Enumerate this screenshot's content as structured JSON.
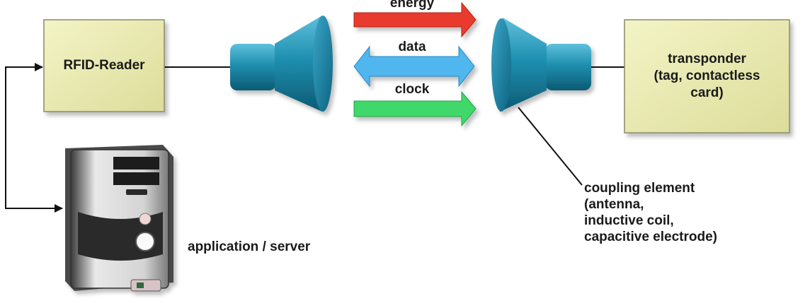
{
  "reader": {
    "label": "RFID-Reader"
  },
  "transponder": {
    "lines": [
      "transponder",
      "(tag, contactless",
      "card)"
    ]
  },
  "signals": [
    {
      "label": "energy",
      "color": "#e83a2e"
    },
    {
      "label": "data",
      "color": "#4fb6ee"
    },
    {
      "label": "clock",
      "color": "#3fd86a"
    }
  ],
  "server": {
    "label": "application / server"
  },
  "coupling": {
    "lines": [
      "coupling element",
      "(antenna,",
      "inductive coil,",
      "capacitive electrode)"
    ]
  },
  "colors": {
    "box_fill": "#ecedb4",
    "box_stroke": "#8a8a66",
    "antenna": "#1f8fb0",
    "antenna_dark": "#0f5e78",
    "line": "#111111"
  }
}
